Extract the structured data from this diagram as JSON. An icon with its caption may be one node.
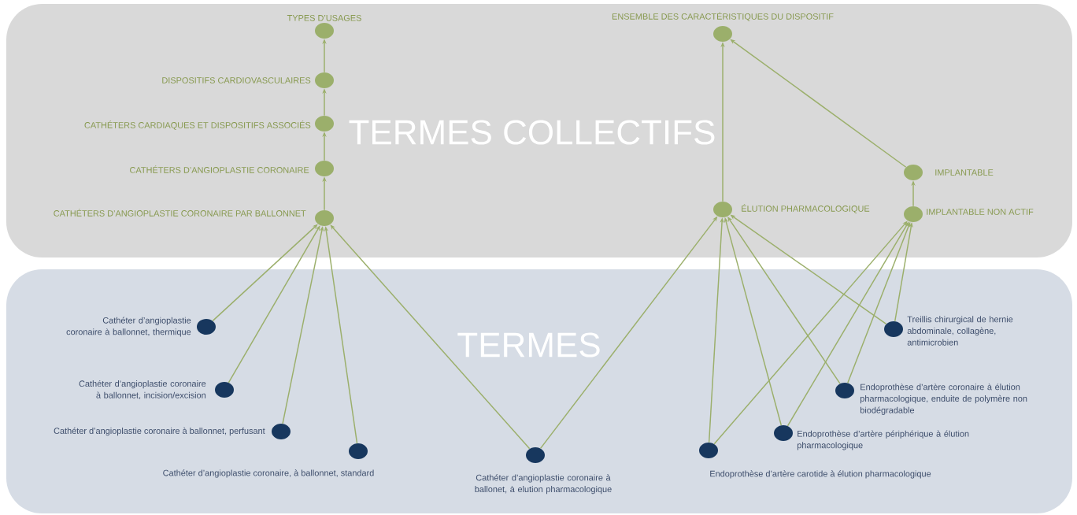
{
  "diagram": {
    "nodes": [
      {
        "text": [
          "TERMES COLLECTIFS"
        ]
      },
      {
        "text": [
          "TERMES"
        ]
      },
      {
        "text": [],
        "shape": "circle",
        "in": 0,
        "beside": [
          "TYPES D’USAGES"
        ]
      },
      {
        "text": [],
        "shape": "circle",
        "in": 0,
        "beside": [
          "ENSEMBLE DES CARACTÉRISTIQUES DU DISPOSITIF"
        ]
      },
      {
        "text": [],
        "shape": "circle",
        "in": 0,
        "beside": [
          "DISPOSITIFS CARDIOVASCULAIRES"
        ]
      },
      {
        "text": [],
        "shape": "circle",
        "in": 0,
        "beside": [
          "CATHÉTERS CARDIAQUES ET DISPOSITIFS ASSOCIÉS"
        ]
      },
      {
        "text": [],
        "shape": "circle",
        "in": 0,
        "beside": [
          "CATHÉTERS D’ANGIOPLASTIE CORONAIRE"
        ]
      },
      {
        "text": [],
        "shape": "circle",
        "in": 0,
        "beside": [
          "IMPLANTABLE"
        ]
      },
      {
        "text": [],
        "shape": "circle",
        "in": 0,
        "beside": [
          "ÉLUTION PHARMACOLOGIQUE"
        ]
      },
      {
        "text": [],
        "shape": "circle",
        "in": 0,
        "beside": [
          "IMPLANTABLE NON ACTIF"
        ]
      },
      {
        "text": [],
        "shape": "circle",
        "in": 0,
        "beside": [
          "CATHÉTERS D’ANGIOPLASTIE CORONAIRE PAR BALLONNET"
        ]
      },
      {
        "text": [],
        "shape": "circle",
        "in": 1,
        "beside": [
          "Cathéter d’angioplastie coronaire à ballonnet, thermique"
        ]
      },
      {
        "text": [],
        "shape": "circle",
        "in": 1,
        "beside": [
          "Treillis chirurgical de hernie abdominale, collagène, antimicrobien"
        ]
      },
      {
        "text": [],
        "shape": "circle",
        "in": 1,
        "beside": [
          "Cathéter d’angioplastie coronaire à ballonnet, incision/excision"
        ]
      },
      {
        "text": [],
        "shape": "circle",
        "in": 1,
        "beside": [
          "Endoprothèse d’artère coronaire à élution pharmacologique, enduite de polymère non biodégradable"
        ]
      },
      {
        "text": [],
        "shape": "circle",
        "in": 1,
        "beside": [
          "Cathéter d’angioplastie coronaire à ballonnet, perfusant"
        ]
      },
      {
        "text": [],
        "shape": "circle",
        "in": 1,
        "beside": [
          "Endoprothèse d’artère périphérique à élution pharmacologique"
        ]
      },
      {
        "text": [],
        "shape": "circle",
        "in": 1,
        "beside": [
          "Endoprothèse d’artère carotide à élution pharmacologique"
        ]
      },
      {
        "text": [],
        "shape": "circle",
        "in": 1,
        "beside": [
          "Cathéter d’angioplastie coronaire, à ballonnet, standard"
        ]
      },
      {
        "text": [],
        "shape": "circle",
        "in": 1,
        "beside": [
          "Cathéter d’angioplastie coronaire à ballonet, à elution pharmacologique"
        ]
      }
    ],
    "edges": [
      {
        "from": 4,
        "to": 2,
        "arrow": "to"
      },
      {
        "from": 5,
        "to": 4,
        "arrow": "to"
      },
      {
        "from": 6,
        "to": 5,
        "arrow": "to"
      },
      {
        "from": 10,
        "to": 6,
        "arrow": "to"
      },
      {
        "from": 8,
        "to": 3,
        "arrow": "to"
      },
      {
        "from": 7,
        "to": 3,
        "arrow": "to"
      },
      {
        "from": 9,
        "to": 7,
        "arrow": "to"
      },
      {
        "from": 11,
        "to": 10,
        "arrow": "to"
      },
      {
        "from": 13,
        "to": 10,
        "arrow": "to"
      },
      {
        "from": 15,
        "to": 10,
        "arrow": "to"
      },
      {
        "from": 18,
        "to": 10,
        "arrow": "to"
      },
      {
        "from": 19,
        "to": 10,
        "arrow": "to"
      },
      {
        "from": 19,
        "to": 8,
        "arrow": "to"
      },
      {
        "from": 17,
        "to": 8,
        "arrow": "to"
      },
      {
        "from": 16,
        "to": 8,
        "arrow": "to"
      },
      {
        "from": 14,
        "to": 8,
        "arrow": "to"
      },
      {
        "from": 12,
        "to": 8,
        "arrow": "to"
      },
      {
        "from": 17,
        "to": 9,
        "arrow": "to"
      },
      {
        "from": 16,
        "to": 9,
        "arrow": "to"
      },
      {
        "from": 14,
        "to": 9,
        "arrow": "to"
      },
      {
        "from": 12,
        "to": 9,
        "arrow": "to"
      }
    ]
  }
}
